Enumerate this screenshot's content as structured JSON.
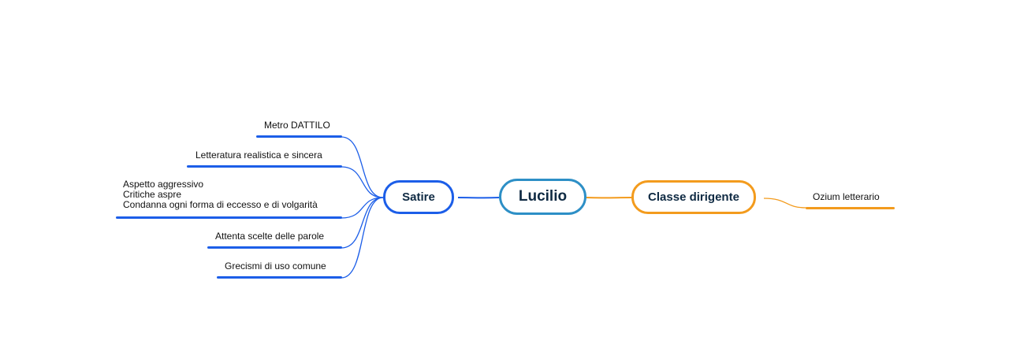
{
  "root": {
    "label": "Lucilio"
  },
  "branches": {
    "left": {
      "label": "Satire",
      "color": "#1c5ee8",
      "leaves": [
        {
          "lines": [
            "Metro DATTILO"
          ]
        },
        {
          "lines": [
            "Letteratura realistica e sincera"
          ]
        },
        {
          "lines": [
            "Aspetto aggressivo",
            "Critiche aspre",
            "Condanna ogni forma di eccesso e di volgarità"
          ]
        },
        {
          "lines": [
            "Attenta scelte delle parole"
          ]
        },
        {
          "lines": [
            "Grecismi di uso comune"
          ]
        }
      ]
    },
    "right": {
      "label": "Classe dirigente",
      "color": "#f39b1d",
      "leaves": [
        {
          "lines": [
            "Ozium letterario"
          ]
        }
      ]
    }
  },
  "colors": {
    "root_border": "#2d8fc6",
    "left_branch": "#1c5ee8",
    "right_branch": "#f39b1d",
    "text": "#0f2a43"
  }
}
